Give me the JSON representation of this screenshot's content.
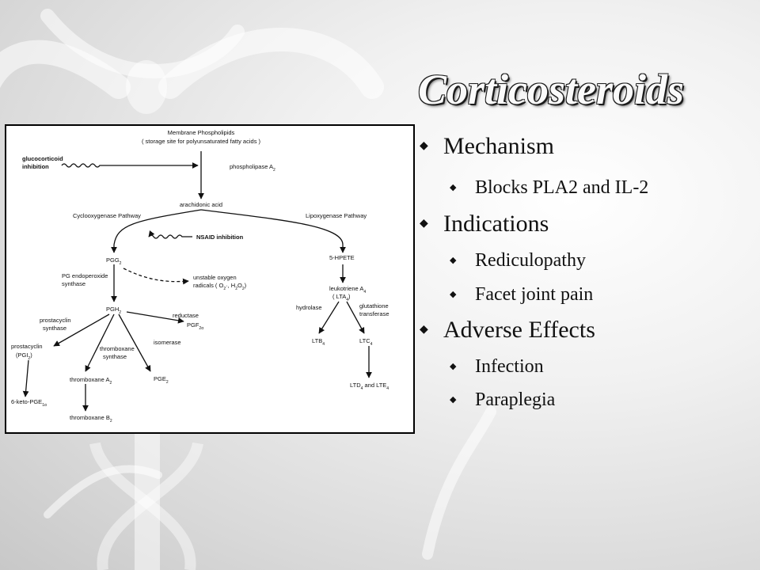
{
  "slide": {
    "title": "Corticosteroids"
  },
  "outline": [
    {
      "level": 1,
      "text": "Mechanism"
    },
    {
      "level": 2,
      "text": "Blocks PLA2 and IL-2"
    },
    {
      "level": 1,
      "text": "Indications"
    },
    {
      "level": 2,
      "text": "Rediculopathy"
    },
    {
      "level": 2,
      "text": "Facet joint pain"
    },
    {
      "level": 1,
      "text": "Adverse Effects"
    },
    {
      "level": 2,
      "text": "Infection"
    },
    {
      "level": 2,
      "text": "Paraplegia"
    }
  ],
  "bullet_icon": "diamond-bullet-icon",
  "diagram": {
    "membrane_line1": "Membrane Phospholipids",
    "membrane_line2": "( storage site for polyunsaturated fatty acids )",
    "gluco_line1": "glucocorticoid",
    "gluco_line2": "inhibition",
    "phospholipase": "phospholipase A",
    "phospholipase_sub": "2",
    "arachidonic": "arachidonic acid",
    "cox_pathway": "Cyclooxygenase Pathway",
    "lox_pathway": "Lipoxygenase Pathway",
    "nsaid": "NSAID inhibition",
    "pgg": "PGG",
    "pgg_sub": "2",
    "hpete": "5-HPETE",
    "pg_endo_line1": "PG endoperoxide",
    "pg_endo_line2": "synthase",
    "radicals_line1": "unstable oxygen",
    "radicals_line2": "radicals ( O",
    "radicals_sub1": "2",
    "radicals_mid": "·, H",
    "radicals_sub2": "2",
    "radicals_o": "O",
    "radicals_sub3": "2",
    "radicals_end": ")",
    "leuko_line1": "leukotriene A",
    "leuko_sub": "4",
    "leuko_line2": "( LTA",
    "leuko_sub2": "4",
    "leuko_end": ")",
    "pgh": "PGH",
    "pgh_sub": "2",
    "reductase": "reductase",
    "pgf": "PGF",
    "pgf_sub": "2α",
    "prosta_synth_line1": "prostacyclin",
    "prosta_synth_line2": "synthase",
    "hydrolase": "hydrolase",
    "glutathione_line1": "glutathione",
    "glutathione_line2": "transferase",
    "prostacyclin_line1": "prostacyclin",
    "prostacyclin_line2": "(PGI",
    "prostacyclin_sub": "2",
    "prostacyclin_end": ")",
    "thromb_synth_line1": "thromboxane",
    "thromb_synth_line2": "synthase",
    "isomerase": "isomerase",
    "ltb": "LTB",
    "ltb_sub": "4",
    "ltc": "LTC",
    "ltc_sub": "4",
    "pge": "PGE",
    "pge_sub": "2",
    "thromboxane_a": "thromboxane A",
    "thromboxane_a_sub": "2",
    "keto": "6-keto-PGE",
    "keto_sub": "1α",
    "ltd": "LTD",
    "ltd_sub": "4",
    "ltd_and": " and LTE",
    "lte_sub": "4",
    "thromboxane_b": "thromboxane B",
    "thromboxane_b_sub": "2"
  }
}
